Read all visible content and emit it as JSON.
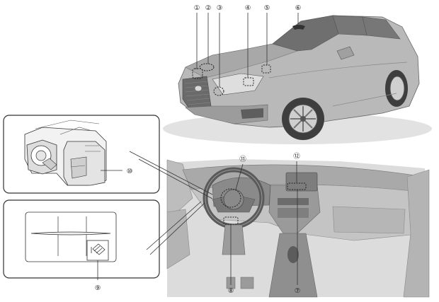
{
  "callouts": [
    {
      "id": "1",
      "label": "①"
    },
    {
      "id": "2",
      "label": "②"
    },
    {
      "id": "3",
      "label": "③"
    },
    {
      "id": "4",
      "label": "④"
    },
    {
      "id": "5",
      "label": "⑤"
    },
    {
      "id": "6",
      "label": "⑥"
    },
    {
      "id": "7",
      "label": "⑦"
    },
    {
      "id": "8",
      "label": "⑧"
    },
    {
      "id": "9",
      "label": "⑨"
    },
    {
      "id": "10",
      "label": "⑩"
    },
    {
      "id": "11",
      "label": "⑪"
    },
    {
      "id": "12",
      "label": "⑫"
    }
  ],
  "colors": {
    "line": "#555555",
    "body": "#b9b9b9",
    "body_dark": "#8e8e8e",
    "glass": "#6f6f6f",
    "interior": "#cfcfcf",
    "interior_dark": "#a6a6a6"
  }
}
